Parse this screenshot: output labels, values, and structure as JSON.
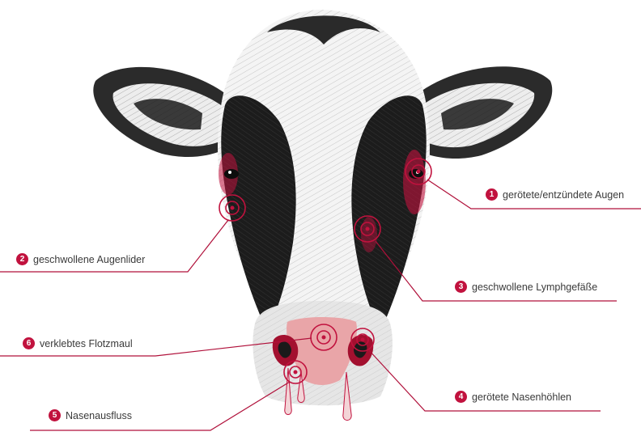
{
  "colors": {
    "accent": "#c1123e",
    "line": "#b0103a",
    "text": "#3a3a3a",
    "nose": "#e9a5a8"
  },
  "callouts": [
    {
      "num": "1",
      "text": "gerötete/entzündete Augen"
    },
    {
      "num": "2",
      "text": "geschwollene Augenlider"
    },
    {
      "num": "3",
      "text": "geschwollene Lymphgefäße"
    },
    {
      "num": "4",
      "text": "gerötete Nasenhöhlen"
    },
    {
      "num": "5",
      "text": "Nasenausfluss"
    },
    {
      "num": "6",
      "text": "verklebtes Flotzmaul"
    }
  ]
}
